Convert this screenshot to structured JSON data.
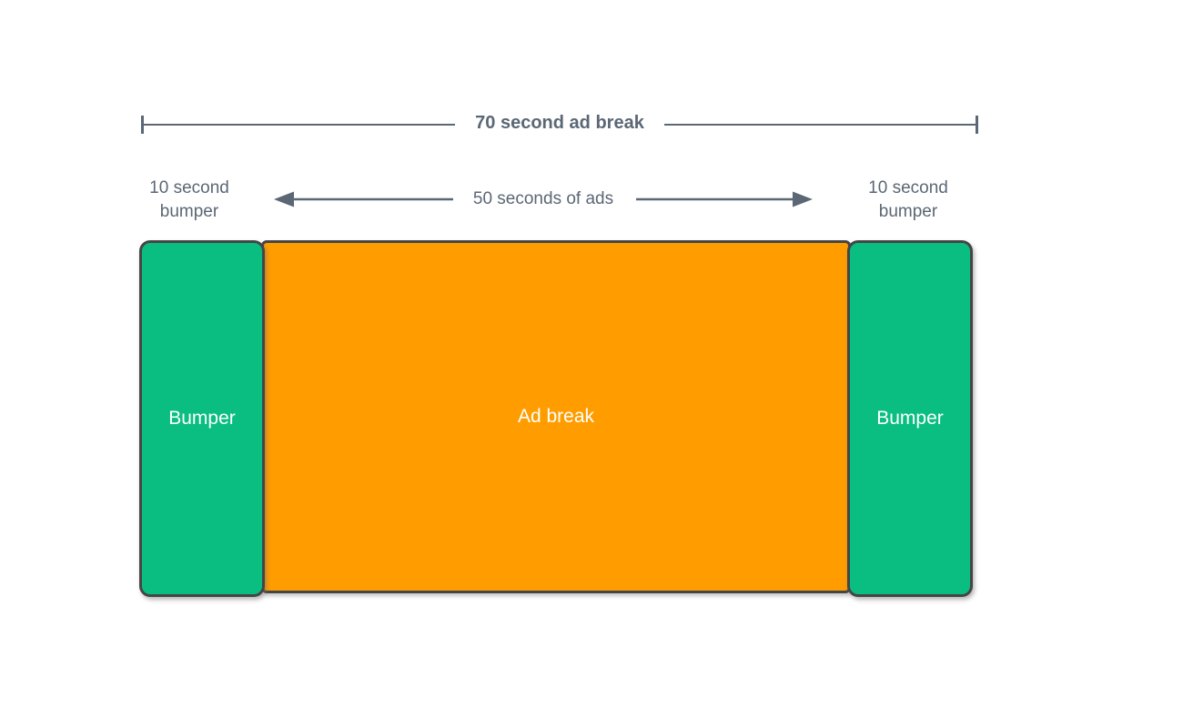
{
  "diagram": {
    "duration_label": "70 second ad break",
    "left_bumper_duration": "10 second bumper",
    "ads_duration_label": "50 seconds of ads",
    "right_bumper_duration": "10 second bumper",
    "blocks": {
      "left_bumper": "Bumper",
      "ad_break": "Ad break",
      "right_bumper": "Bumper"
    },
    "colors": {
      "bumper_green": "#0abe82",
      "ad_break_orange": "#ff9d00",
      "block_border": "#454545",
      "annotation_gray": "#5b6775",
      "block_text": "#ffffff"
    }
  }
}
